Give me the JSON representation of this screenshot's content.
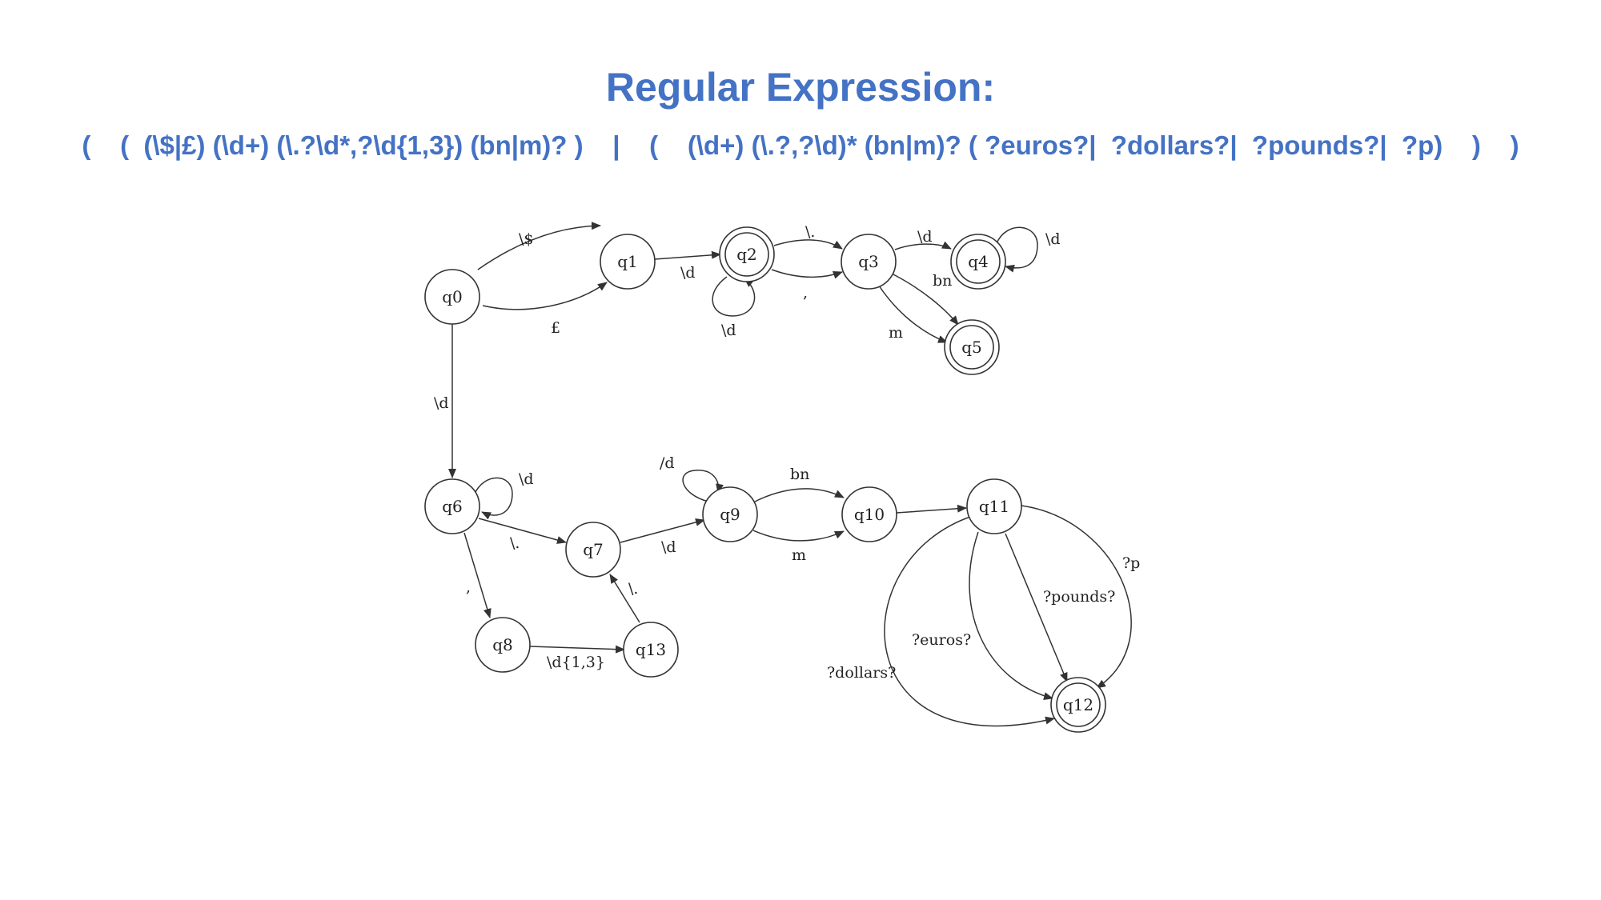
{
  "title": "Regular Expression:",
  "regex": "(    (  (\\$|£) (\\d+) (\\.?\\d*,?\\d{1,3}) (bn|m)? )    |    (    (\\d+) (\\.?,?\\d)* (bn|m)? ( ?euros?|  ?dollars?|  ?pounds?|  ?p)    )    )",
  "states": [
    {
      "id": "q0",
      "accepting": false
    },
    {
      "id": "q1",
      "accepting": false
    },
    {
      "id": "q2",
      "accepting": true
    },
    {
      "id": "q3",
      "accepting": false
    },
    {
      "id": "q4",
      "accepting": true
    },
    {
      "id": "q5",
      "accepting": true
    },
    {
      "id": "q6",
      "accepting": false
    },
    {
      "id": "q7",
      "accepting": false
    },
    {
      "id": "q8",
      "accepting": false
    },
    {
      "id": "q9",
      "accepting": false
    },
    {
      "id": "q10",
      "accepting": false
    },
    {
      "id": "q11",
      "accepting": false
    },
    {
      "id": "q12",
      "accepting": true
    },
    {
      "id": "q13",
      "accepting": false
    }
  ],
  "transitions": [
    {
      "from": "q0",
      "to": "q1",
      "label": "\\$"
    },
    {
      "from": "q0",
      "to": "q1",
      "label": "£"
    },
    {
      "from": "q1",
      "to": "q2",
      "label": "\\d"
    },
    {
      "from": "q2",
      "to": "q2",
      "label": "\\d"
    },
    {
      "from": "q2",
      "to": "q3",
      "label": "\\."
    },
    {
      "from": "q2",
      "to": "q3",
      "label": ","
    },
    {
      "from": "q3",
      "to": "q4",
      "label": "\\d"
    },
    {
      "from": "q4",
      "to": "q4",
      "label": "\\d"
    },
    {
      "from": "q3",
      "to": "q5",
      "label": "bn"
    },
    {
      "from": "q3",
      "to": "q5",
      "label": "m"
    },
    {
      "from": "q0",
      "to": "q6",
      "label": "\\d"
    },
    {
      "from": "q6",
      "to": "q6",
      "label": "\\d"
    },
    {
      "from": "q6",
      "to": "q7",
      "label": "\\."
    },
    {
      "from": "q6",
      "to": "q8",
      "label": ","
    },
    {
      "from": "q8",
      "to": "q13",
      "label": "\\d{1,3}"
    },
    {
      "from": "q13",
      "to": "q7",
      "label": "\\."
    },
    {
      "from": "q7",
      "to": "q9",
      "label": "\\d"
    },
    {
      "from": "q9",
      "to": "q9",
      "label": "/d"
    },
    {
      "from": "q9",
      "to": "q10",
      "label": "bn"
    },
    {
      "from": "q9",
      "to": "q10",
      "label": "m"
    },
    {
      "from": "q10",
      "to": "q11",
      "label": ""
    },
    {
      "from": "q11",
      "to": "q12",
      "label": "?pounds?"
    },
    {
      "from": "q11",
      "to": "q12",
      "label": "?p"
    },
    {
      "from": "q11",
      "to": "q12",
      "label": "?euros?"
    },
    {
      "from": "q11",
      "to": "q12",
      "label": "?dollars?"
    }
  ]
}
